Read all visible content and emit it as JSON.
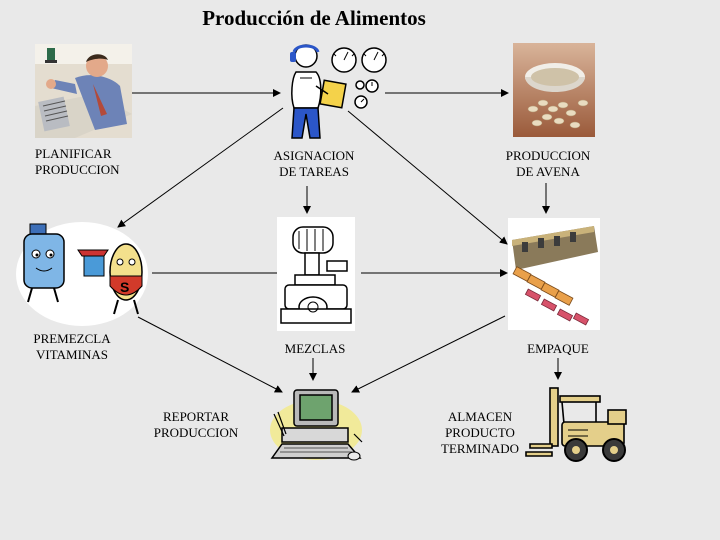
{
  "title": "Producción de Alimentos",
  "nodes": {
    "planificar": {
      "icon": "person-planning-icon",
      "lines": [
        "PLANIFICAR",
        "PRODUCCION"
      ]
    },
    "asignacion": {
      "icon": "worker-with-gauges-icon",
      "lines": [
        "ASIGNACION",
        "DE TAREAS"
      ]
    },
    "avena": {
      "icon": "oat-bowl-icon",
      "lines": [
        "PRODUCCION",
        "DE AVENA"
      ]
    },
    "premezcla": {
      "icon": "vitamin-bottles-icon",
      "lines": [
        "PREMEZCLA",
        "VITAMINAS"
      ]
    },
    "mezclas": {
      "icon": "mixer-machine-icon",
      "lines": [
        "MEZCLAS"
      ]
    },
    "empaque": {
      "icon": "packaging-line-icon",
      "lines": [
        "EMPAQUE"
      ]
    },
    "reportar": {
      "icon": "computer-icon",
      "lines": [
        "REPORTAR",
        "PRODUCCION"
      ]
    },
    "almacen": {
      "icon": "forklift-icon",
      "lines": [
        "ALMACEN",
        "PRODUCTO",
        "TERMINADO"
      ]
    }
  },
  "edges": [
    {
      "from": "planificar",
      "to": "asignacion"
    },
    {
      "from": "asignacion",
      "to": "avena"
    },
    {
      "from": "asignacion",
      "to": "premezcla"
    },
    {
      "from": "asignacion",
      "to": "mezclas"
    },
    {
      "from": "asignacion",
      "to": "empaque"
    },
    {
      "from": "avena",
      "to": "empaque"
    },
    {
      "from": "premezcla",
      "to": "mezclas"
    },
    {
      "from": "mezclas",
      "to": "empaque"
    },
    {
      "from": "premezcla",
      "to": "reportar"
    },
    {
      "from": "mezclas",
      "to": "reportar"
    },
    {
      "from": "empaque",
      "to": "reportar"
    },
    {
      "from": "empaque",
      "to": "almacen"
    }
  ],
  "colors": {
    "background": "#e9e9e9",
    "arrow": "#000000"
  }
}
